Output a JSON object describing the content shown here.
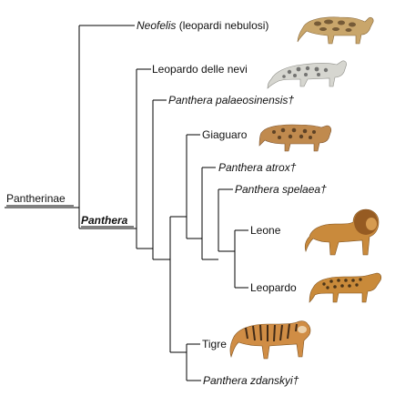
{
  "taxa": {
    "pantherinae": "Pantherinae",
    "panthera": "Panthera",
    "neofelis_genus": "Neofelis",
    "neofelis_common": " (leopardi nebulosi)",
    "snow_leopard": "Leopardo delle nevi",
    "palaeosinensis": "Panthera palaeosinensis†",
    "jaguar": "Giaguaro",
    "atrox": "Panthera atrox†",
    "spelaea": "Panthera spelaea†",
    "lion": "Leone",
    "leopard": "Leopardo",
    "tiger": "Tigre",
    "zdanskyi": "Panthera zdanskyi†"
  },
  "animal_images": [
    {
      "key": "clouded-leopard",
      "coat": "#c9a66b",
      "spots": "#5b4226"
    },
    {
      "key": "snow-leopard",
      "coat": "#d6d6d0",
      "spots": "#4a4a4a"
    },
    {
      "key": "jaguar",
      "coat": "#c08a4e",
      "spots": "#3e2a18"
    },
    {
      "key": "lion",
      "coat": "#c98a3c",
      "spots": "#8a4f1c"
    },
    {
      "key": "leopard",
      "coat": "#c98a3a",
      "spots": "#2e2010"
    },
    {
      "key": "tiger",
      "coat": "#d08d45",
      "spots": "#2a1a10"
    }
  ]
}
